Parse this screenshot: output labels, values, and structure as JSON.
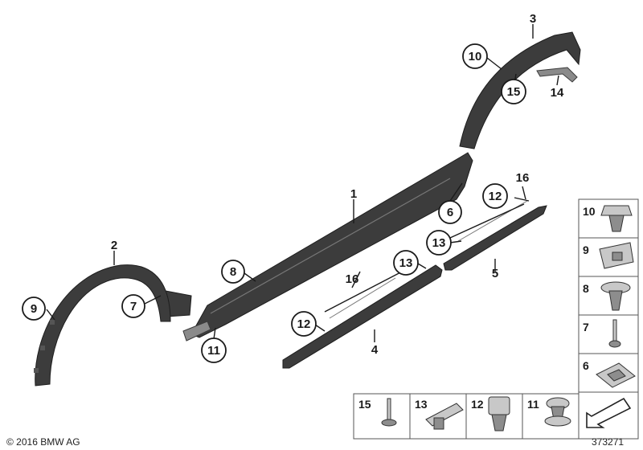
{
  "callouts": {
    "c1": "1",
    "c2": "2",
    "c3": "3",
    "c4": "4",
    "c5": "5",
    "c6": "6",
    "c7": "7",
    "c8": "8",
    "c9": "9",
    "c10": "10",
    "c11": "11",
    "c12a": "12",
    "c12b": "12",
    "c13a": "13",
    "c13b": "13",
    "c14": "14",
    "c15": "15",
    "c16a": "16",
    "c16b": "16"
  },
  "legend_right": [
    "10",
    "9",
    "8",
    "7",
    "6"
  ],
  "legend_bottom": [
    "15",
    "13",
    "12",
    "11"
  ],
  "copyright": "© 2016 BMW AG",
  "diagram_number": "373271"
}
